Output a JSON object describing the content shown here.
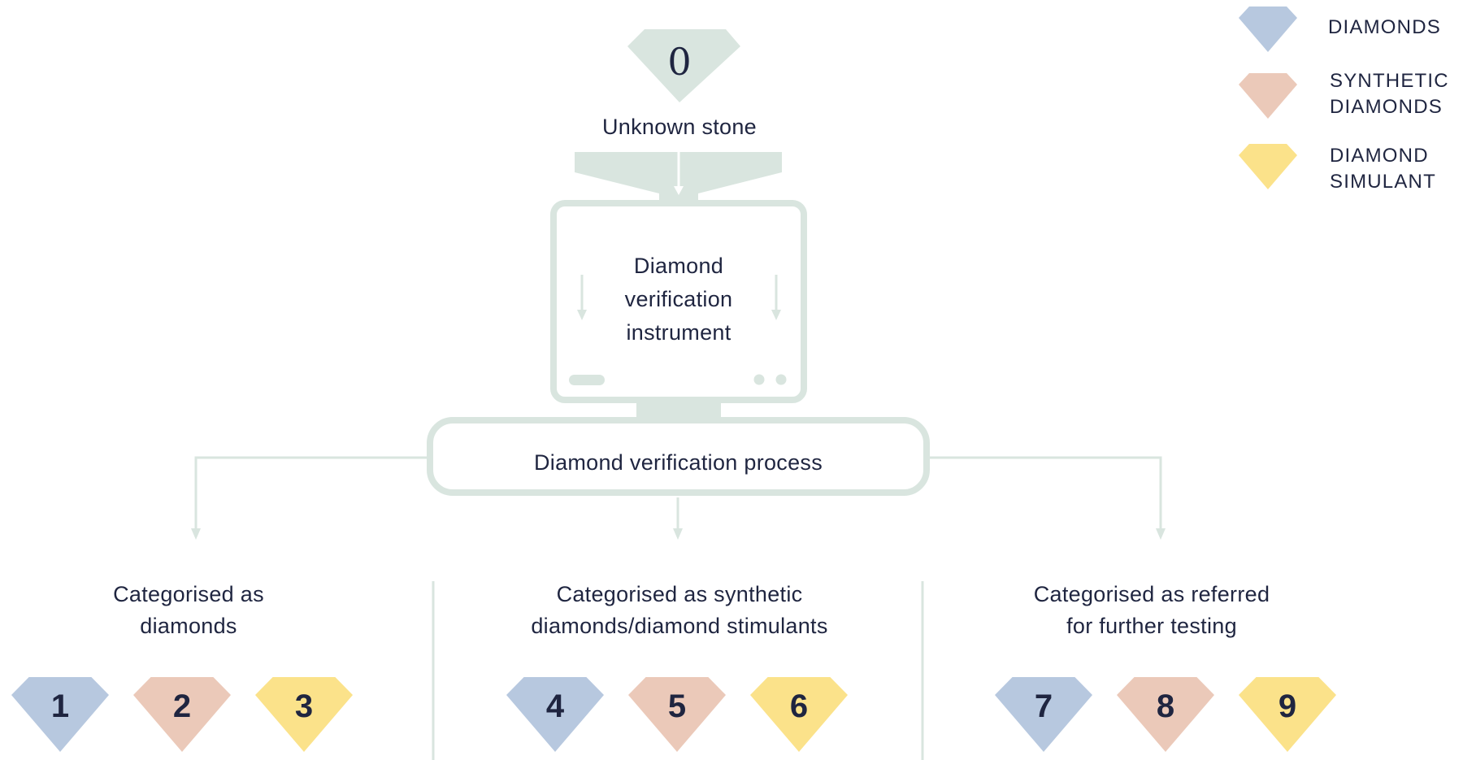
{
  "colors": {
    "diamonds": "#b7c8df",
    "synthetic": "#ebc9b9",
    "simulant": "#fbe28a",
    "neutral": "#d9e5df",
    "text": "#1f2540"
  },
  "legend": [
    {
      "label": "DIAMONDS",
      "color": "#b7c8df",
      "kind": "diamonds"
    },
    {
      "label": "SYNTHETIC\nDIAMONDS",
      "color": "#ebc9b9",
      "kind": "synthetic"
    },
    {
      "label": "DIAMOND\nSIMULANT",
      "color": "#fbe28a",
      "kind": "simulant"
    }
  ],
  "top": {
    "number": "0",
    "label": "Unknown stone"
  },
  "instrument": {
    "label": "Diamond\nverification\ninstrument"
  },
  "process": {
    "label": "Diamond verification process"
  },
  "categories": [
    {
      "label": "Categorised as\ndiamonds",
      "gems": [
        {
          "number": "1",
          "kind": "diamonds"
        },
        {
          "number": "2",
          "kind": "synthetic"
        },
        {
          "number": "3",
          "kind": "simulant"
        }
      ]
    },
    {
      "label": "Categorised as synthetic\ndiamonds/diamond stimulants",
      "gems": [
        {
          "number": "4",
          "kind": "diamonds"
        },
        {
          "number": "5",
          "kind": "synthetic"
        },
        {
          "number": "6",
          "kind": "simulant"
        }
      ]
    },
    {
      "label": "Categorised as referred\nfor further testing",
      "gems": [
        {
          "number": "7",
          "kind": "diamonds"
        },
        {
          "number": "8",
          "kind": "synthetic"
        },
        {
          "number": "9",
          "kind": "simulant"
        }
      ]
    }
  ]
}
